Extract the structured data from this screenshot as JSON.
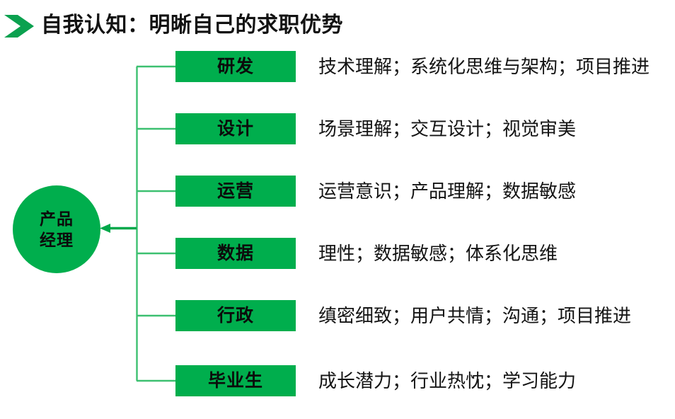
{
  "header": {
    "arrow_icon": "chevron-right-icon",
    "title": "自我认知：明晰自己的求职优势"
  },
  "diagram": {
    "root": {
      "line1": "产品",
      "line2": "经理",
      "shape": "circle"
    },
    "branches": [
      {
        "label": "研发",
        "description": "技术理解；系统化思维与架构；项目推进"
      },
      {
        "label": "设计",
        "description": "场景理解；交互设计；视觉审美"
      },
      {
        "label": "运营",
        "description": "运营意识；产品理解；数据敏感"
      },
      {
        "label": "数据",
        "description": "理性；数据敏感；体系化思维"
      },
      {
        "label": "行政",
        "description": "缜密细致；用户共情；沟通；项目推进"
      },
      {
        "label": "毕业生",
        "description": "成长潜力；行业热忱；学习能力"
      }
    ]
  },
  "colors": {
    "brand_green": "#00ae4d",
    "connector_green": "#3cc070",
    "arrow_green": "#00a84a",
    "text_dark": "#141414",
    "background": "#ffffff"
  }
}
